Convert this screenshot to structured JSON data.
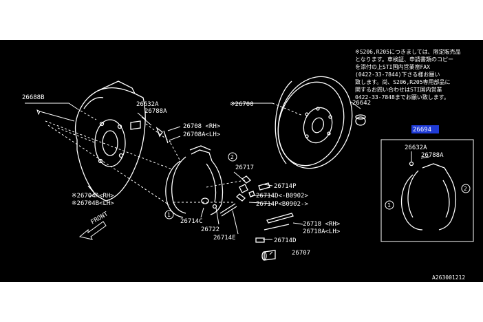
{
  "diagram": {
    "labels": {
      "p26688B": "26688B",
      "p26632A_main": "26632A",
      "p26788A_main": "26788A",
      "p26708": "26708 <RH>",
      "p26708A": "26708A<LH>",
      "p26700": "※26700",
      "p26642": "26642",
      "p26694": "26694",
      "p26632A_inset": "26632A",
      "p26788A_inset": "26788A",
      "p26717": "26717",
      "p26714P": "26714P",
      "p26714D_a": "26714D<-B0902>",
      "p26714P_b": "26714P<B0902->",
      "p26704A": "※26704A<RH>",
      "p26704B": "※26704B<LH>",
      "p26714C": "26714C",
      "p26722": "26722",
      "p26714E": "26714E",
      "p26718": "26718 <RH>",
      "p26718A": "26718A<LH>",
      "p26714D_b": "26714D",
      "p26707": "26707",
      "front": "FRONT",
      "callout1_main": "1",
      "callout2_main": "2",
      "callout1_inset": "1",
      "callout2_inset": "2",
      "code": "A263001212"
    },
    "note": [
      "※S206,R205につきましては、限定販売品",
      "となります。車検証、申請書類のコピー",
      "を添付の上STI国内営業宻FAX",
      "(0422-33-7844)下さる様お願い",
      "致します。尚、S206,R205専用部品に",
      "関するお問い合わせはSTI国内営業",
      "0422-33-7848までお願い致します。"
    ]
  }
}
